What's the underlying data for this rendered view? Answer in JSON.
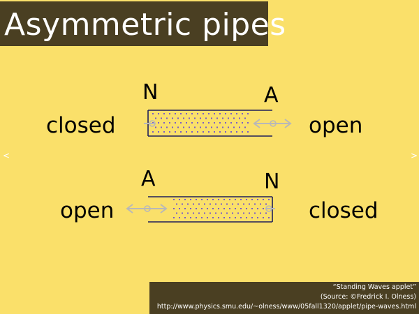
{
  "slide": {
    "title": "Asymmetric pipes"
  },
  "nav": {
    "prev": "<",
    "next": ">"
  },
  "pipes": [
    {
      "left_end_label": "closed",
      "right_end_label": "open",
      "left_node_letter": "N",
      "right_node_letter": "A"
    },
    {
      "left_end_label": "open",
      "right_end_label": "closed",
      "left_node_letter": "A",
      "right_node_letter": "N"
    }
  ],
  "credit": {
    "line1": "“Standing Waves applet”",
    "line2": "(Source: ©Fredrick I. Olness)",
    "line3": "http://www.physics.smu.edu/~olness/www/05fall1320/applet/pipe-waves.html"
  },
  "colors": {
    "background": "#fae06a",
    "title_band": "#4a3f22",
    "pipe_wall": "#1e1e5a",
    "particle_dot": "#7a5cc8",
    "displacement_arrow": "#b8b8b8"
  }
}
